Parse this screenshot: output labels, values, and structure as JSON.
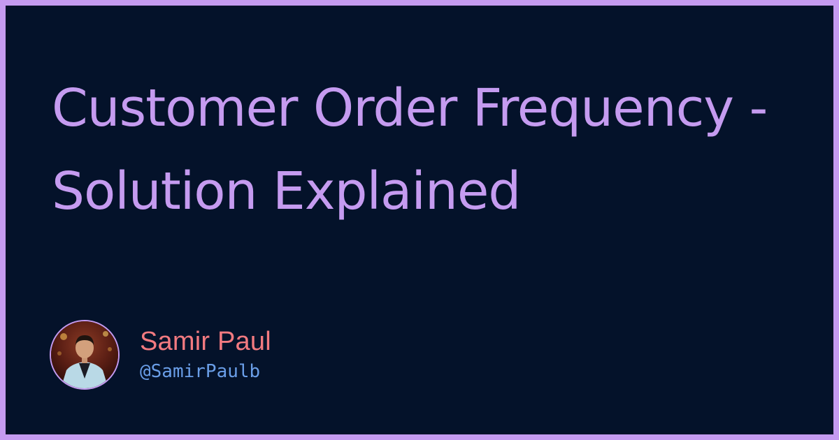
{
  "title": "Customer Order Frequency - Solution Explained",
  "author": {
    "name": "Samir Paul",
    "handle": "@SamirPaulb"
  },
  "colors": {
    "border": "#c59bf0",
    "background": "#04122a",
    "title": "#c59bf0",
    "name": "#f27a80",
    "handle": "#6a9ee8"
  }
}
